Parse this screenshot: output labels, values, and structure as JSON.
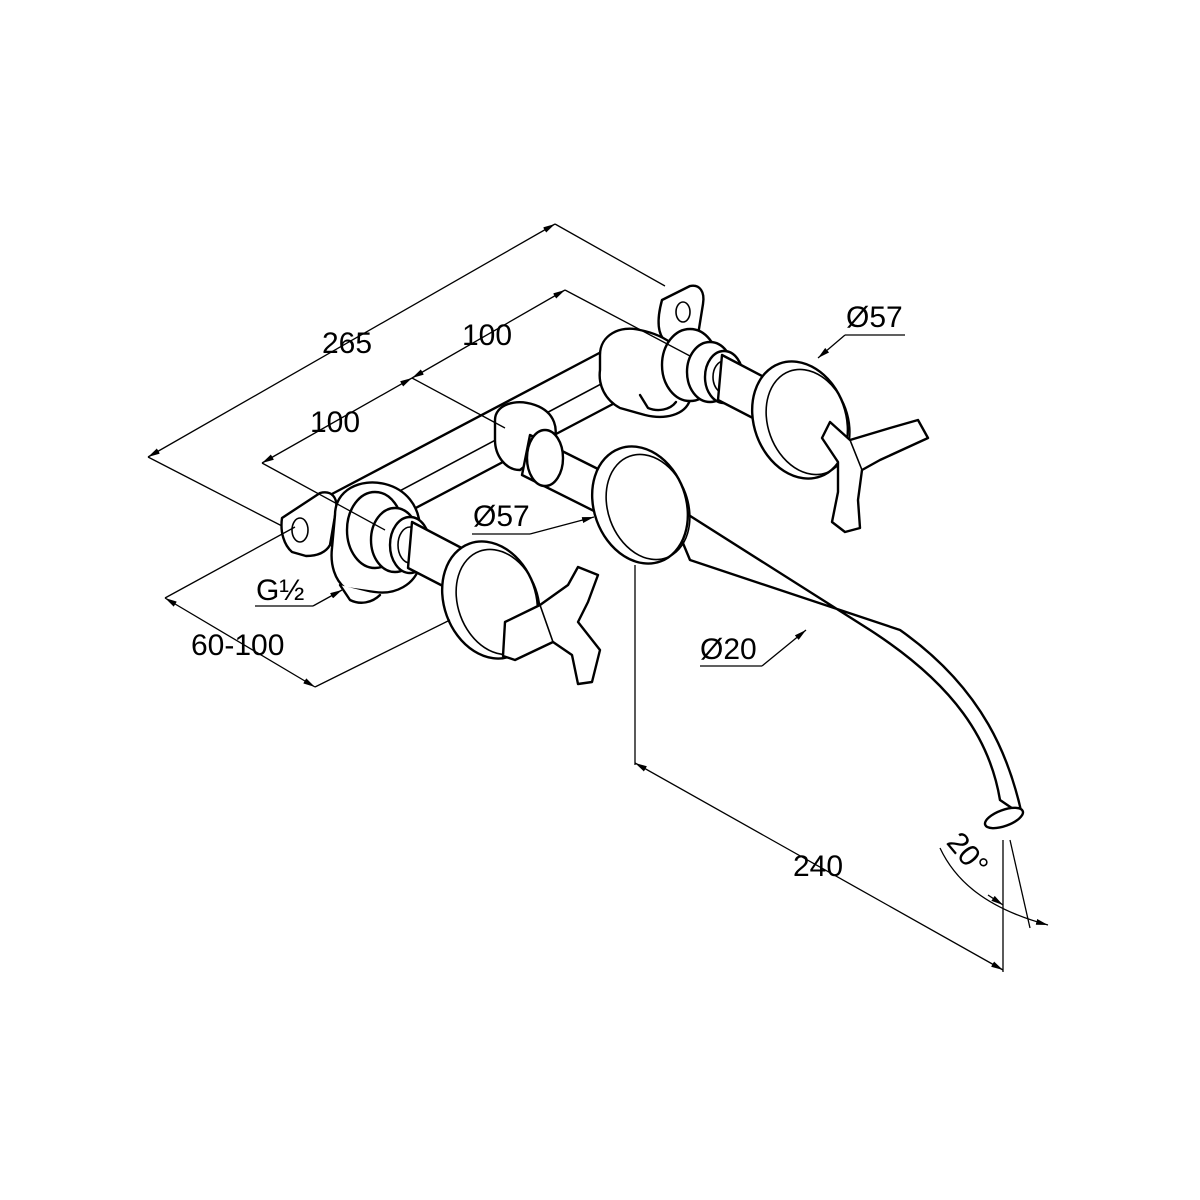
{
  "colors": {
    "line": "#000000",
    "background": "#ffffff"
  },
  "dimensions": {
    "overall_width": "265",
    "center_spacing_right": "100",
    "center_spacing_left": "100",
    "rosette_diameter_right": "Ø57",
    "rosette_diameter_center": "Ø57",
    "connection_thread": "G½",
    "installation_depth": "60-100",
    "spout_diameter": "Ø20",
    "spout_projection": "240",
    "spout_angle": "20°"
  }
}
